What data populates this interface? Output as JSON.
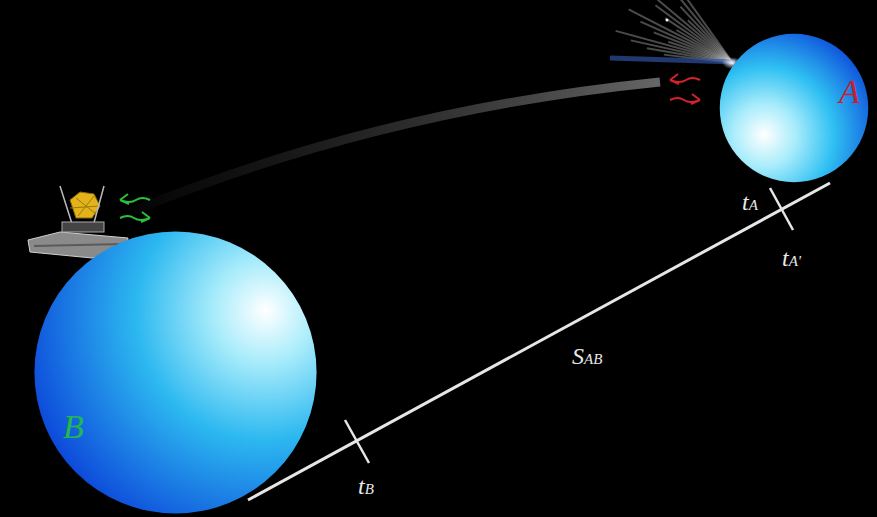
{
  "diagram": {
    "nodes": [
      {
        "text": [
          "A"
        ]
      },
      {
        "text": [
          "B"
        ]
      }
    ],
    "labels": [
      "tA",
      "tA'",
      "SAB",
      "tB"
    ]
  }
}
